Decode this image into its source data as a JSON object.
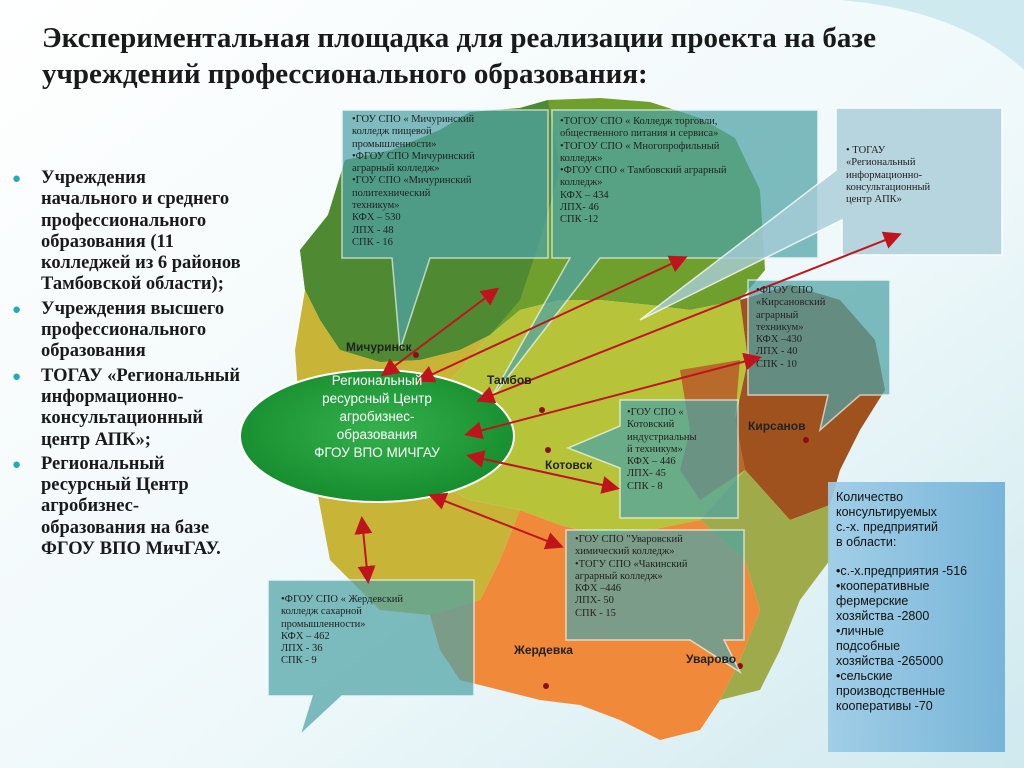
{
  "title": "Экспериментальная  площадка  для  реализации  проекта на базе учреждений профессионального образования:",
  "bullets": [
    "Учреждения начального и среднего профессионального образования (11 колледжей  из 6 районов Тамбовской области);",
    "Учреждения высшего профессионального образования",
    "ТОГАУ «Региональный информационно-консультационный центр АПК»;",
    "Региональный ресурсный Центр агробизнес-образования на базе ФГОУ ВПО МичГАУ."
  ],
  "regions": {
    "michurinsk": "Мичуринск",
    "tambov": "Тамбов",
    "kotovsk": "Котовск",
    "kirsanov": "Кирсанов",
    "zherdevka": "Жердевка",
    "uvarovo": "Уварово"
  },
  "center": [
    "Региональный",
    "ресурсный Центр",
    "агробизнес-",
    "образования",
    "ФГОУ ВПО МИЧГАУ"
  ],
  "boxes": {
    "michurinsk": [
      "•ГОУ СПО « Мичуринский",
      "колледж пищевой",
      "промышленности»",
      "•ФГОУ СПО Мичуринский",
      "аграрный колледж»",
      "•ГОУ СПО «Мичуринский",
      "политехнический",
      "техникум»",
      "КФХ – 530",
      "ЛПХ - 48",
      "СПК - 16"
    ],
    "tambov": [
      "•ТОГОУ СПО « Колледж торговли,",
      "общественного питания и сервиса»",
      "•ТОГОУ СПО « Многопрофильный",
      "колледж»",
      "•ФГОУ СПО « Тамбовский аграрный",
      "колледж»",
      "КФХ – 434",
      "ЛПХ- 46",
      "СПК -12"
    ],
    "togau": [
      "• ТОГАУ",
      "«Региональный",
      "информационно-",
      "консультационный",
      "центр АПК»"
    ],
    "kirsanov": [
      "•ФГОУ СПО",
      "«Кирсановский",
      "аграрный",
      "техникум»",
      "КФХ –430",
      "ЛПХ - 40",
      "СПК - 10"
    ],
    "kotovsk": [
      "•ГОУ СПО «",
      "Котовский",
      "индустриальны",
      "й техникум»",
      "КФХ – 446",
      "ЛПХ- 45",
      "СПК - 8"
    ],
    "uvarovo": [
      "•ГОУ СПО \"Уваровский",
      "химический колледж»",
      "•ТОГУ СПО «Чакинский",
      "аграрный колледж»",
      "КФХ –446",
      "ЛПХ- 50",
      "СПК - 15"
    ],
    "zherdevka": [
      "•ФГОУ СПО « Жердевский",
      "колледж сахарной",
      "промышленности»",
      "КФХ – 462",
      "ЛПХ - 36",
      "СПК - 9"
    ]
  },
  "stats": {
    "head": [
      "Количество",
      "консультируемых",
      "с.-х. предприятий",
      "в области:"
    ],
    "items": [
      "•с.-х.предприятия -516",
      "•кооперативные",
      "фермерские",
      "хозяйства -2800",
      "•личные",
      "подсобные",
      "хозяйства -265000",
      "•сельские",
      "производственные",
      "кооперативы -70"
    ]
  },
  "colors": {
    "callout": "#4fa3a6",
    "center": "#1f9a3a",
    "arrow": "#c0141c",
    "stats_box": "#87bfdd"
  }
}
